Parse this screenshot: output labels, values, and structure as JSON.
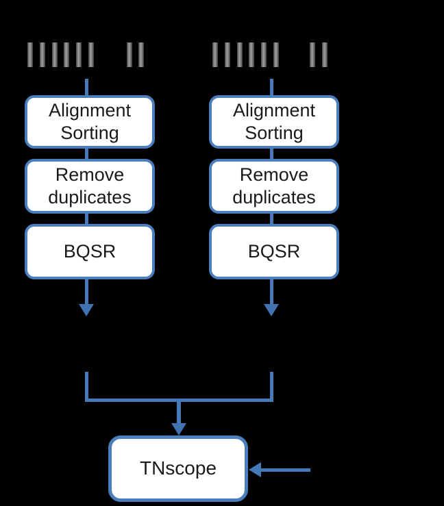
{
  "colors": {
    "background": "#000000",
    "box_fill": "#ffffff",
    "box_border": "#4a7ebc",
    "line": "#4579b8",
    "arrow": "#4173b3",
    "text": "#1a1a1a",
    "read_bar_dark": "#3c3c3c",
    "read_bar_light": "#9c9c9c"
  },
  "icons": {
    "reads_left": "sequencing-reads-icon",
    "reads_right": "sequencing-reads-icon",
    "reads_group_sizes": [
      6,
      2
    ],
    "down_arrow": "arrow-down-icon",
    "left_arrow": "arrow-left-icon"
  },
  "pipelines": {
    "left": {
      "steps": {
        "align": "Alignment\nSorting",
        "dedup": "Remove\nduplicates",
        "bqsr": "BQSR"
      }
    },
    "right": {
      "steps": {
        "align": "Alignment\nSorting",
        "dedup": "Remove\nduplicates",
        "bqsr": "BQSR"
      }
    }
  },
  "merge": {
    "final_step": "TNscope"
  }
}
